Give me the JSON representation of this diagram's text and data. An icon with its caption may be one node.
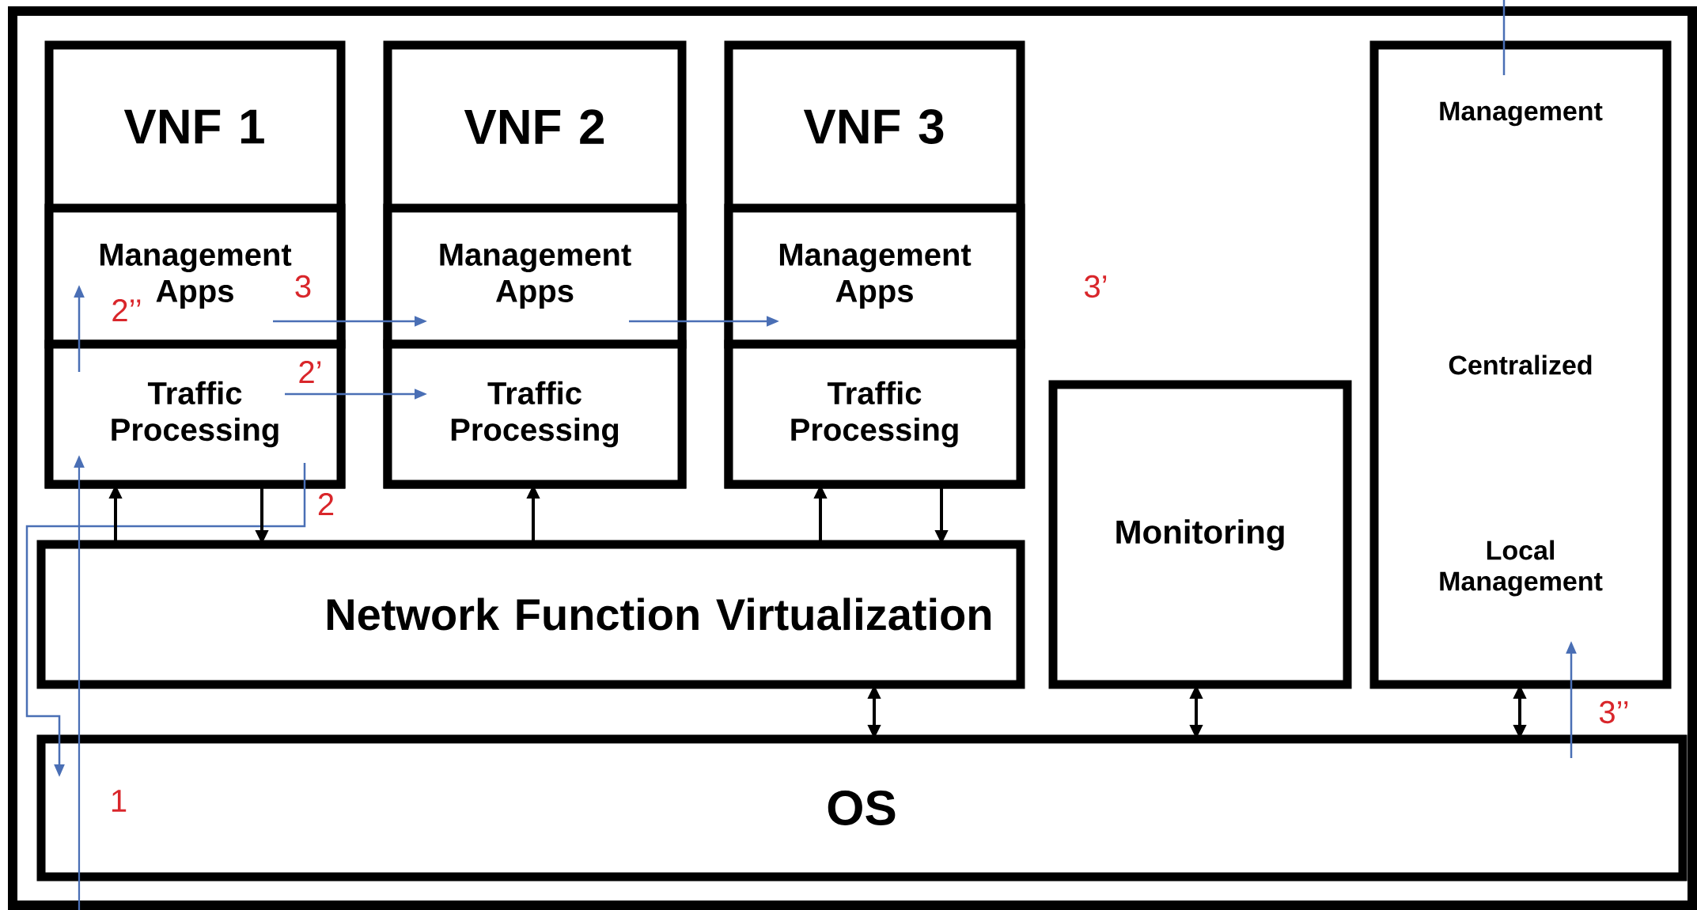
{
  "diagram": {
    "nodes": [
      {
        "text": [
          "VNF 1"
        ]
      },
      {
        "text": [
          "Management Apps"
        ],
        "in": 0
      },
      {
        "text": [
          "Traffic Processing"
        ],
        "in": 0
      },
      {
        "text": [
          "VNF 2"
        ]
      },
      {
        "text": [
          "Management Apps"
        ],
        "in": 3
      },
      {
        "text": [
          "Traffic Processing"
        ],
        "in": 3
      },
      {
        "text": [
          "VNF 3"
        ]
      },
      {
        "text": [
          "Management Apps"
        ],
        "in": 6
      },
      {
        "text": [
          "Traffic Processing"
        ],
        "in": 6
      },
      {
        "text": [
          "Network Function Virtualization"
        ]
      },
      {
        "text": [
          "Monitoring"
        ]
      },
      {
        "text": [
          "Management",
          "Centralized",
          "Local Management"
        ]
      },
      {
        "text": [
          "OS"
        ]
      }
    ],
    "edges": [
      {
        "from": null,
        "to": 2,
        "arrow": "to",
        "label": "1",
        "color": "#4a6fb5"
      },
      {
        "from": 2,
        "to": 1,
        "arrow": "to",
        "label": "2’’",
        "color": "#4a6fb5"
      },
      {
        "from": 2,
        "to": 12,
        "arrow": "to",
        "label": "2",
        "color": "#4a6fb5"
      },
      {
        "from": 2,
        "to": 5,
        "arrow": "to",
        "label": "2’",
        "color": "#4a6fb5"
      },
      {
        "from": 1,
        "to": 4,
        "arrow": "to",
        "label": "3",
        "color": "#4a6fb5"
      },
      {
        "from": 4,
        "to": 7,
        "arrow": "to",
        "color": "#4a6fb5"
      },
      {
        "from": 11,
        "to": null,
        "arrow": "none",
        "color": "#4a6fb5"
      },
      {
        "from": 12,
        "to": 11,
        "arrow": "to",
        "label": "3’’",
        "color": "#4a6fb5"
      },
      {
        "from": 9,
        "to": 2,
        "arrow": "to",
        "color": "#000000"
      },
      {
        "from": 2,
        "to": 9,
        "arrow": "to",
        "color": "#000000"
      },
      {
        "from": 9,
        "to": 5,
        "arrow": "to",
        "color": "#000000"
      },
      {
        "from": 9,
        "to": 8,
        "arrow": "to",
        "color": "#000000"
      },
      {
        "from": 8,
        "to": 9,
        "arrow": "to",
        "color": "#000000"
      },
      {
        "from": 9,
        "to": 12,
        "arrow": "both",
        "color": "#000000"
      },
      {
        "from": 10,
        "to": 12,
        "arrow": "both",
        "color": "#000000"
      },
      {
        "from": 11,
        "to": 12,
        "arrow": "both",
        "color": "#000000"
      }
    ],
    "labels": [
      "3’"
    ]
  }
}
